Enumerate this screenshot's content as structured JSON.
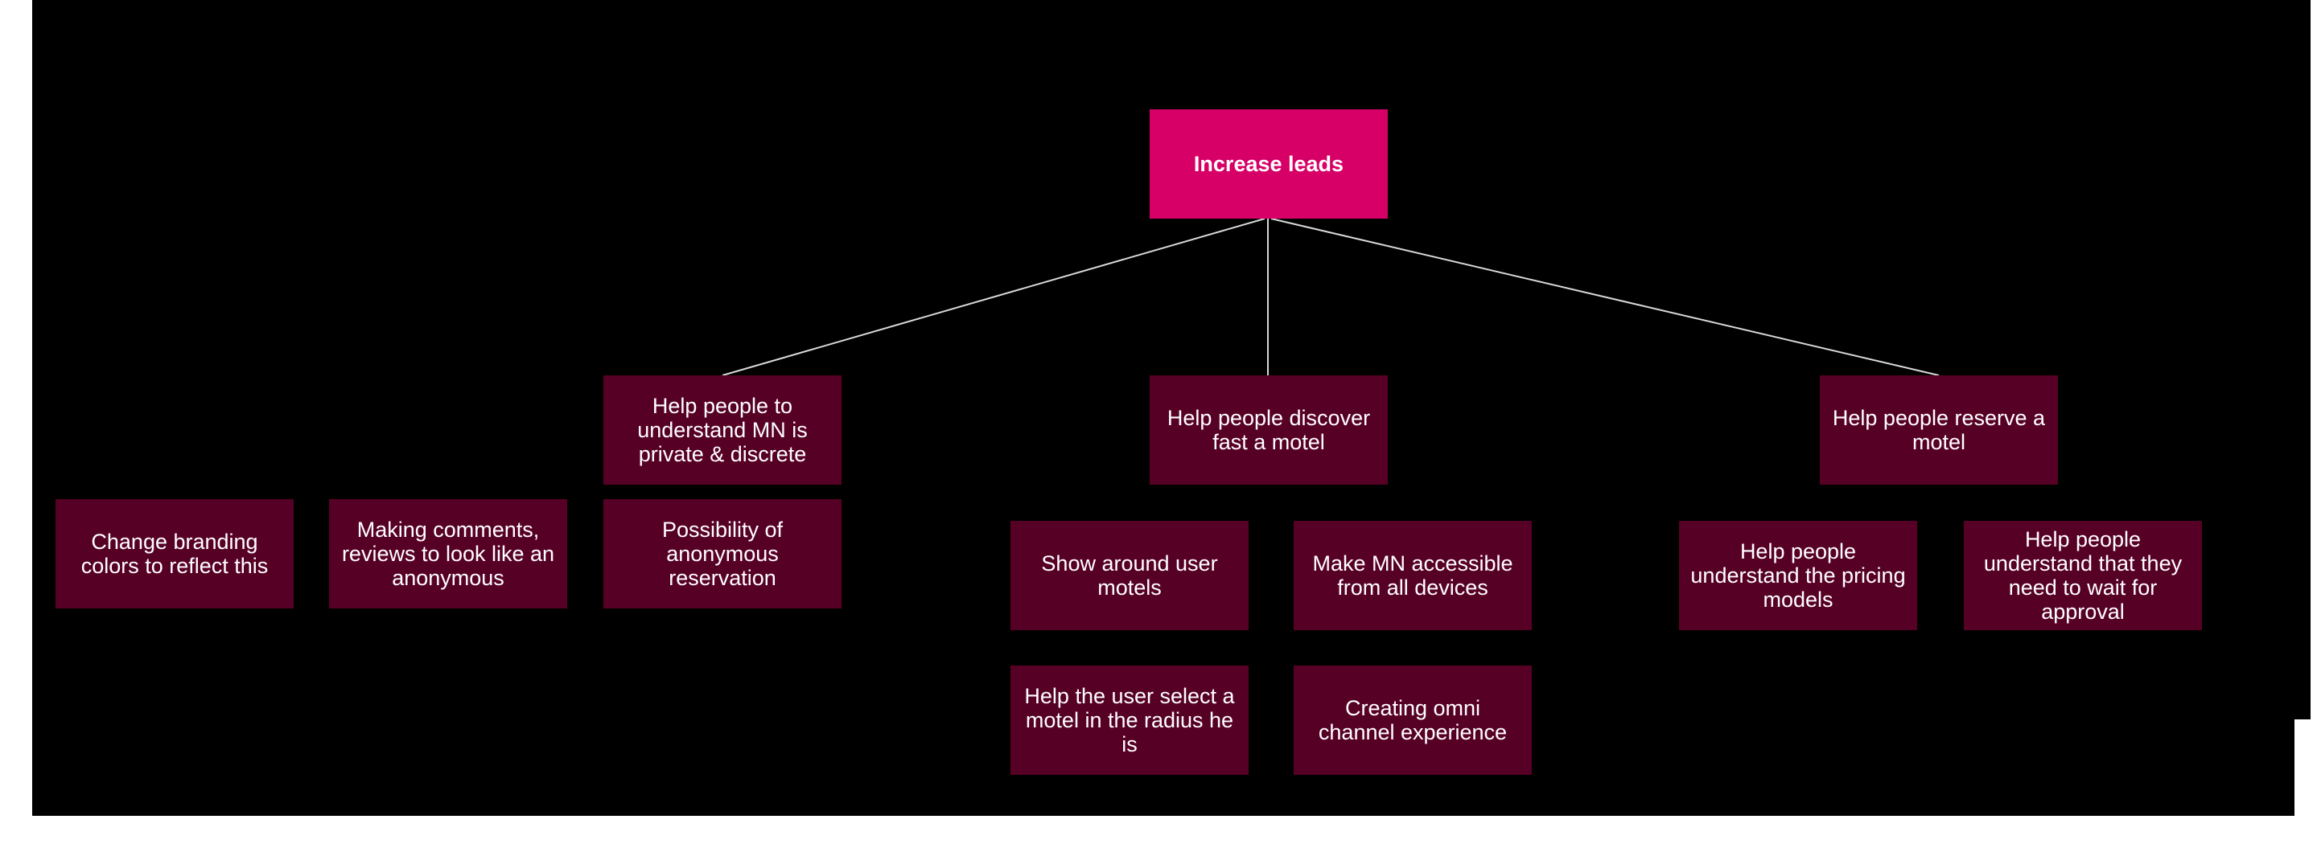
{
  "diagram": {
    "colors": {
      "background": "#000000",
      "root_fill": "#d60066",
      "node_fill": "#570026",
      "text": "#ffffff",
      "connector": "#d9d9d9"
    },
    "root": {
      "label": "Increase leads"
    },
    "children": [
      {
        "label": "Help people to understand MN is private & discrete",
        "items": [
          "Change branding colors to reflect this",
          "Making comments, reviews to look like an anonymous",
          "Possibility of anonymous reservation"
        ]
      },
      {
        "label": "Help people discover fast a motel",
        "items": [
          "Show around user motels",
          "Make MN accessible from all devices",
          "Help the user select a motel in the radius he is",
          "Creating omni channel experience"
        ]
      },
      {
        "label": "Help people reserve a motel",
        "items": [
          "Help people understand the pricing models",
          "Help people understand that they need to wait for approval"
        ]
      }
    ]
  }
}
